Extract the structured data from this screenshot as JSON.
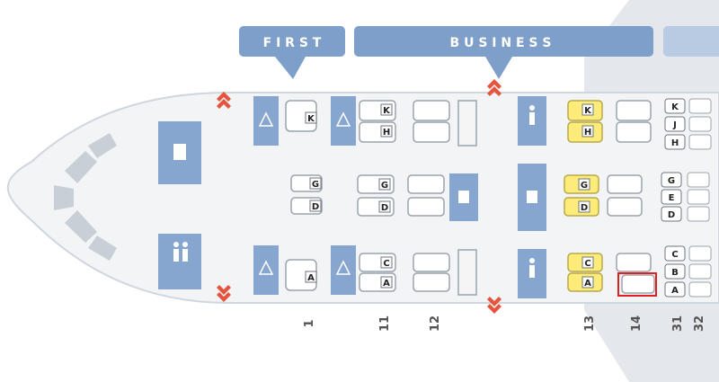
{
  "cabins": {
    "first": {
      "label": "F I R S T"
    },
    "business": {
      "label": "B U S I N E S S"
    }
  },
  "rows": [
    "1",
    "11",
    "12",
    "13",
    "14",
    "31",
    "32"
  ],
  "seats": {
    "row1": {
      "top": "K",
      "middle": [
        "G",
        "D"
      ],
      "bottom": "A"
    },
    "row11": {
      "top": [
        "K",
        "H"
      ],
      "middle": [
        "G",
        "D"
      ],
      "bottom": [
        "C",
        "A"
      ]
    },
    "row13": {
      "top": [
        "K",
        "H"
      ],
      "middle": [
        "G",
        "D"
      ],
      "bottom": [
        "C",
        "A"
      ]
    },
    "row31": {
      "top": [
        "K",
        "J",
        "H"
      ],
      "middle": [
        "G",
        "E",
        "D"
      ],
      "bottom": [
        "C",
        "B",
        "A"
      ]
    }
  },
  "colors": {
    "fuselage": "#f2f4f6",
    "outline": "#cfd6de",
    "cabin_band": "#7e9fc9",
    "facility": "#86a5cf",
    "exit_arrow": "#e4553f",
    "selected_seat": "#fdec7a",
    "highlight_box": "#e02020"
  },
  "selection": {
    "highlight_row": "14",
    "highlight_seat": "A"
  }
}
